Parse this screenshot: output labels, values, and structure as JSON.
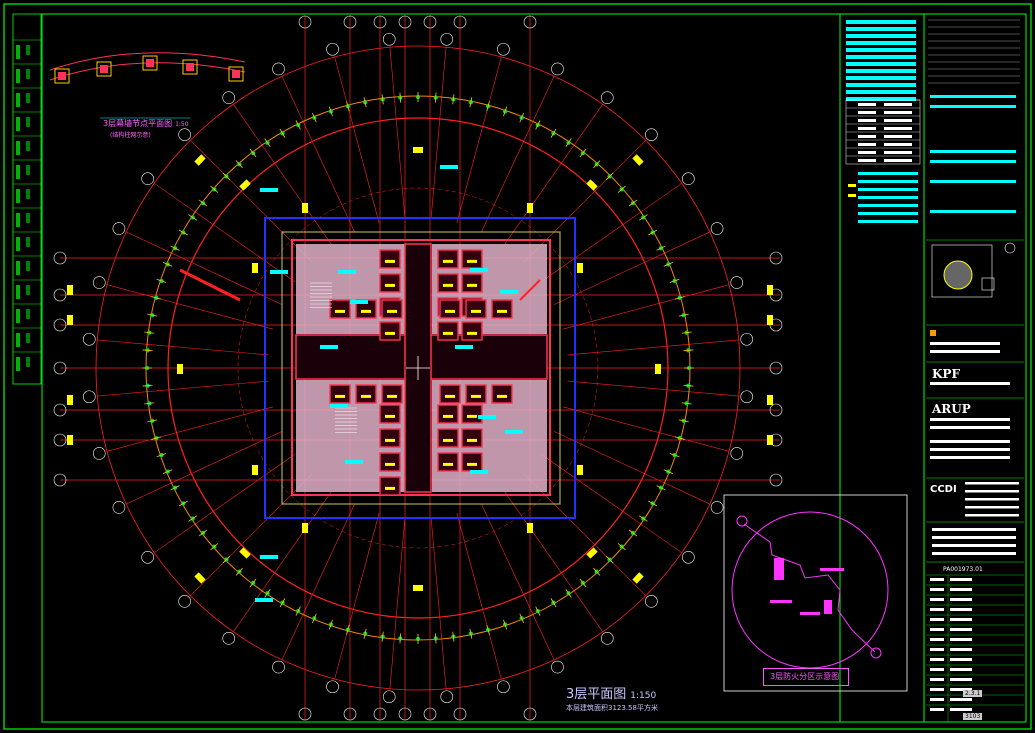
{
  "drawing": {
    "main_title": "3层平面图",
    "main_scale": "1:150",
    "area_note": "本层建筑面积3123.58平方米",
    "detail_title": "3层幕墙节点平面图",
    "detail_scale": "1:50",
    "detail_sub": "(结构柱网示意)",
    "inset_title": "3层防火分区示意图"
  },
  "title_block": {
    "firm_1": "KPF",
    "firm_2": "ARUP",
    "firm_3": "CCDI",
    "project_number": "PA001973.01",
    "sheet_ref_1": "2.3.1",
    "sheet_ref_2": "3103"
  },
  "colors": {
    "background": "#000000",
    "border": "#00ff00",
    "grid_line": "#ff2020",
    "wall": "#ff3355",
    "core_fill": "#e0b0c8",
    "annotation": "#00ffff",
    "column": "#ffff00",
    "blue_line": "#2233ff",
    "fire_zone": "#ff33ff"
  }
}
